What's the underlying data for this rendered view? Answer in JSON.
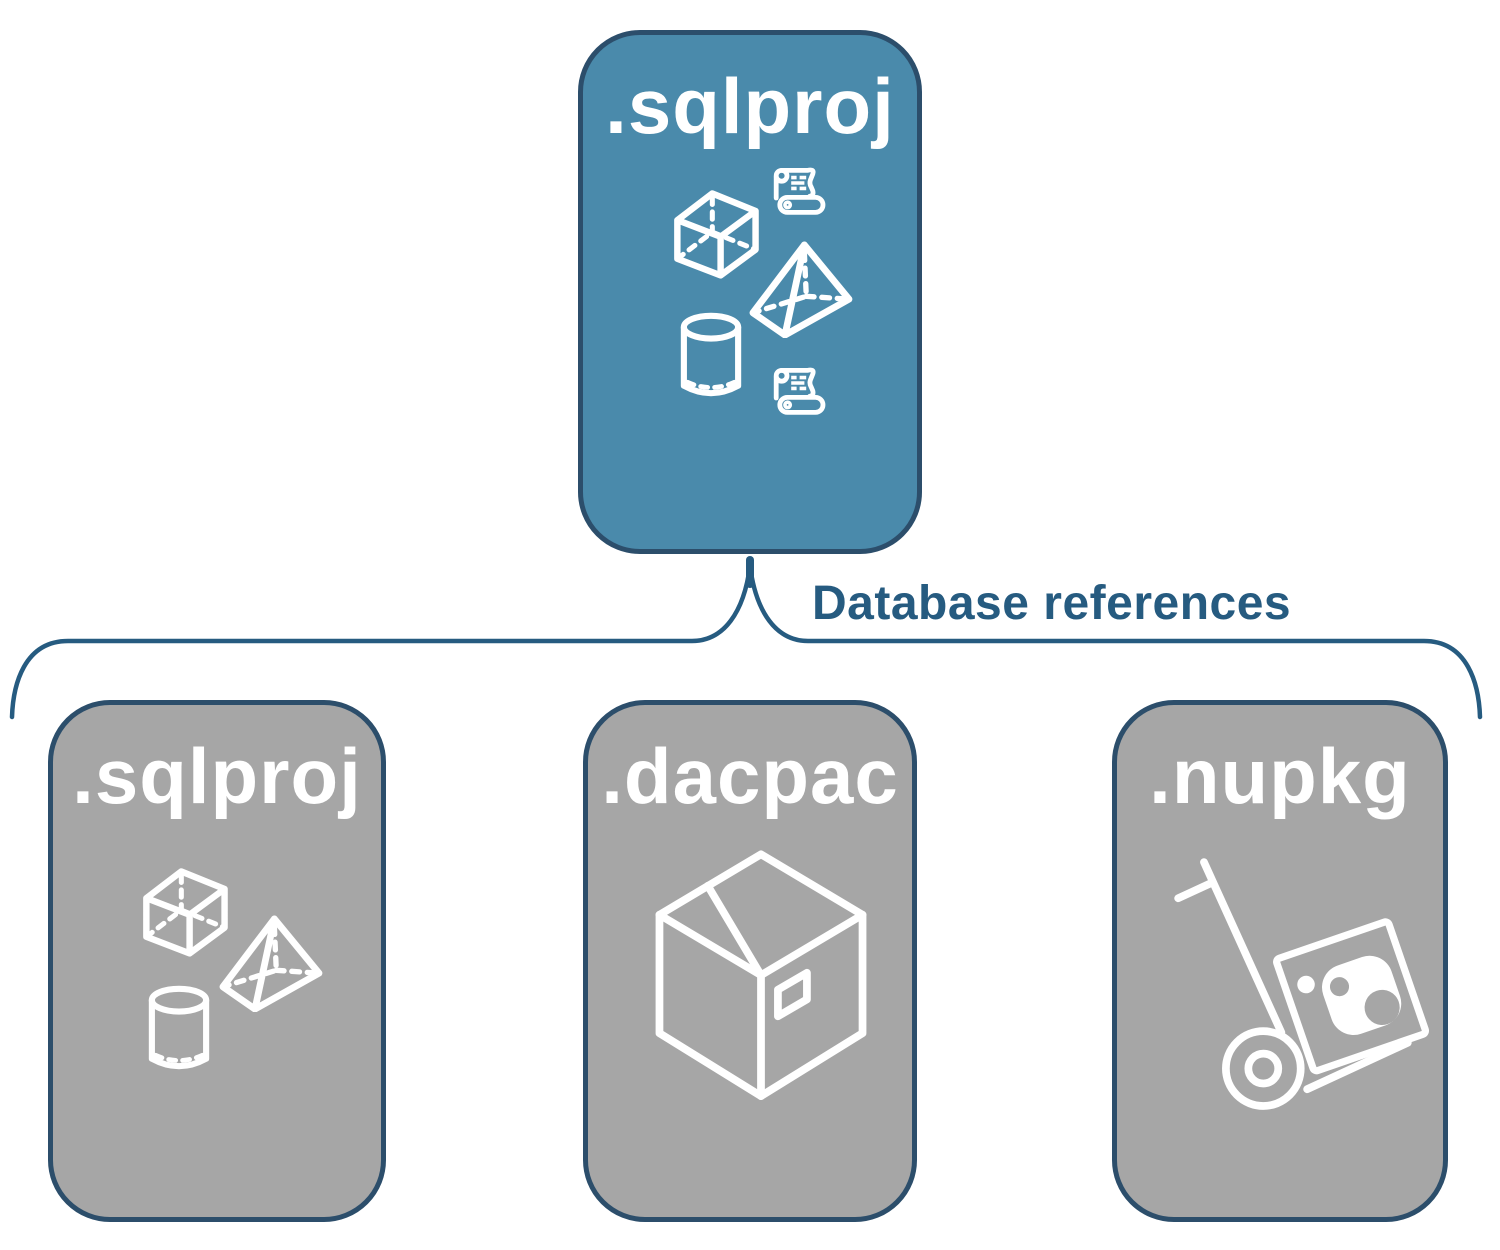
{
  "root_card": {
    "label": ".sqlproj",
    "icons": [
      "cube",
      "scroll",
      "pyramid",
      "cylinder",
      "scroll"
    ]
  },
  "connector": {
    "label": "Database references"
  },
  "child_cards": [
    {
      "label": ".sqlproj",
      "icons": [
        "cube",
        "pyramid",
        "cylinder"
      ]
    },
    {
      "label": ".dacpac",
      "icons": [
        "package-box"
      ]
    },
    {
      "label": ".nupkg",
      "icons": [
        "hand-truck-with-nuget-package"
      ]
    }
  ],
  "colors": {
    "root_card_fill": "#4A8AAB",
    "child_card_fill": "#A6A6A6",
    "card_border": "#2C4E6B",
    "connector_line": "#265B80",
    "connector_text": "#265B80",
    "icon_stroke": "#FFFFFF",
    "background": "#FFFFFF"
  }
}
